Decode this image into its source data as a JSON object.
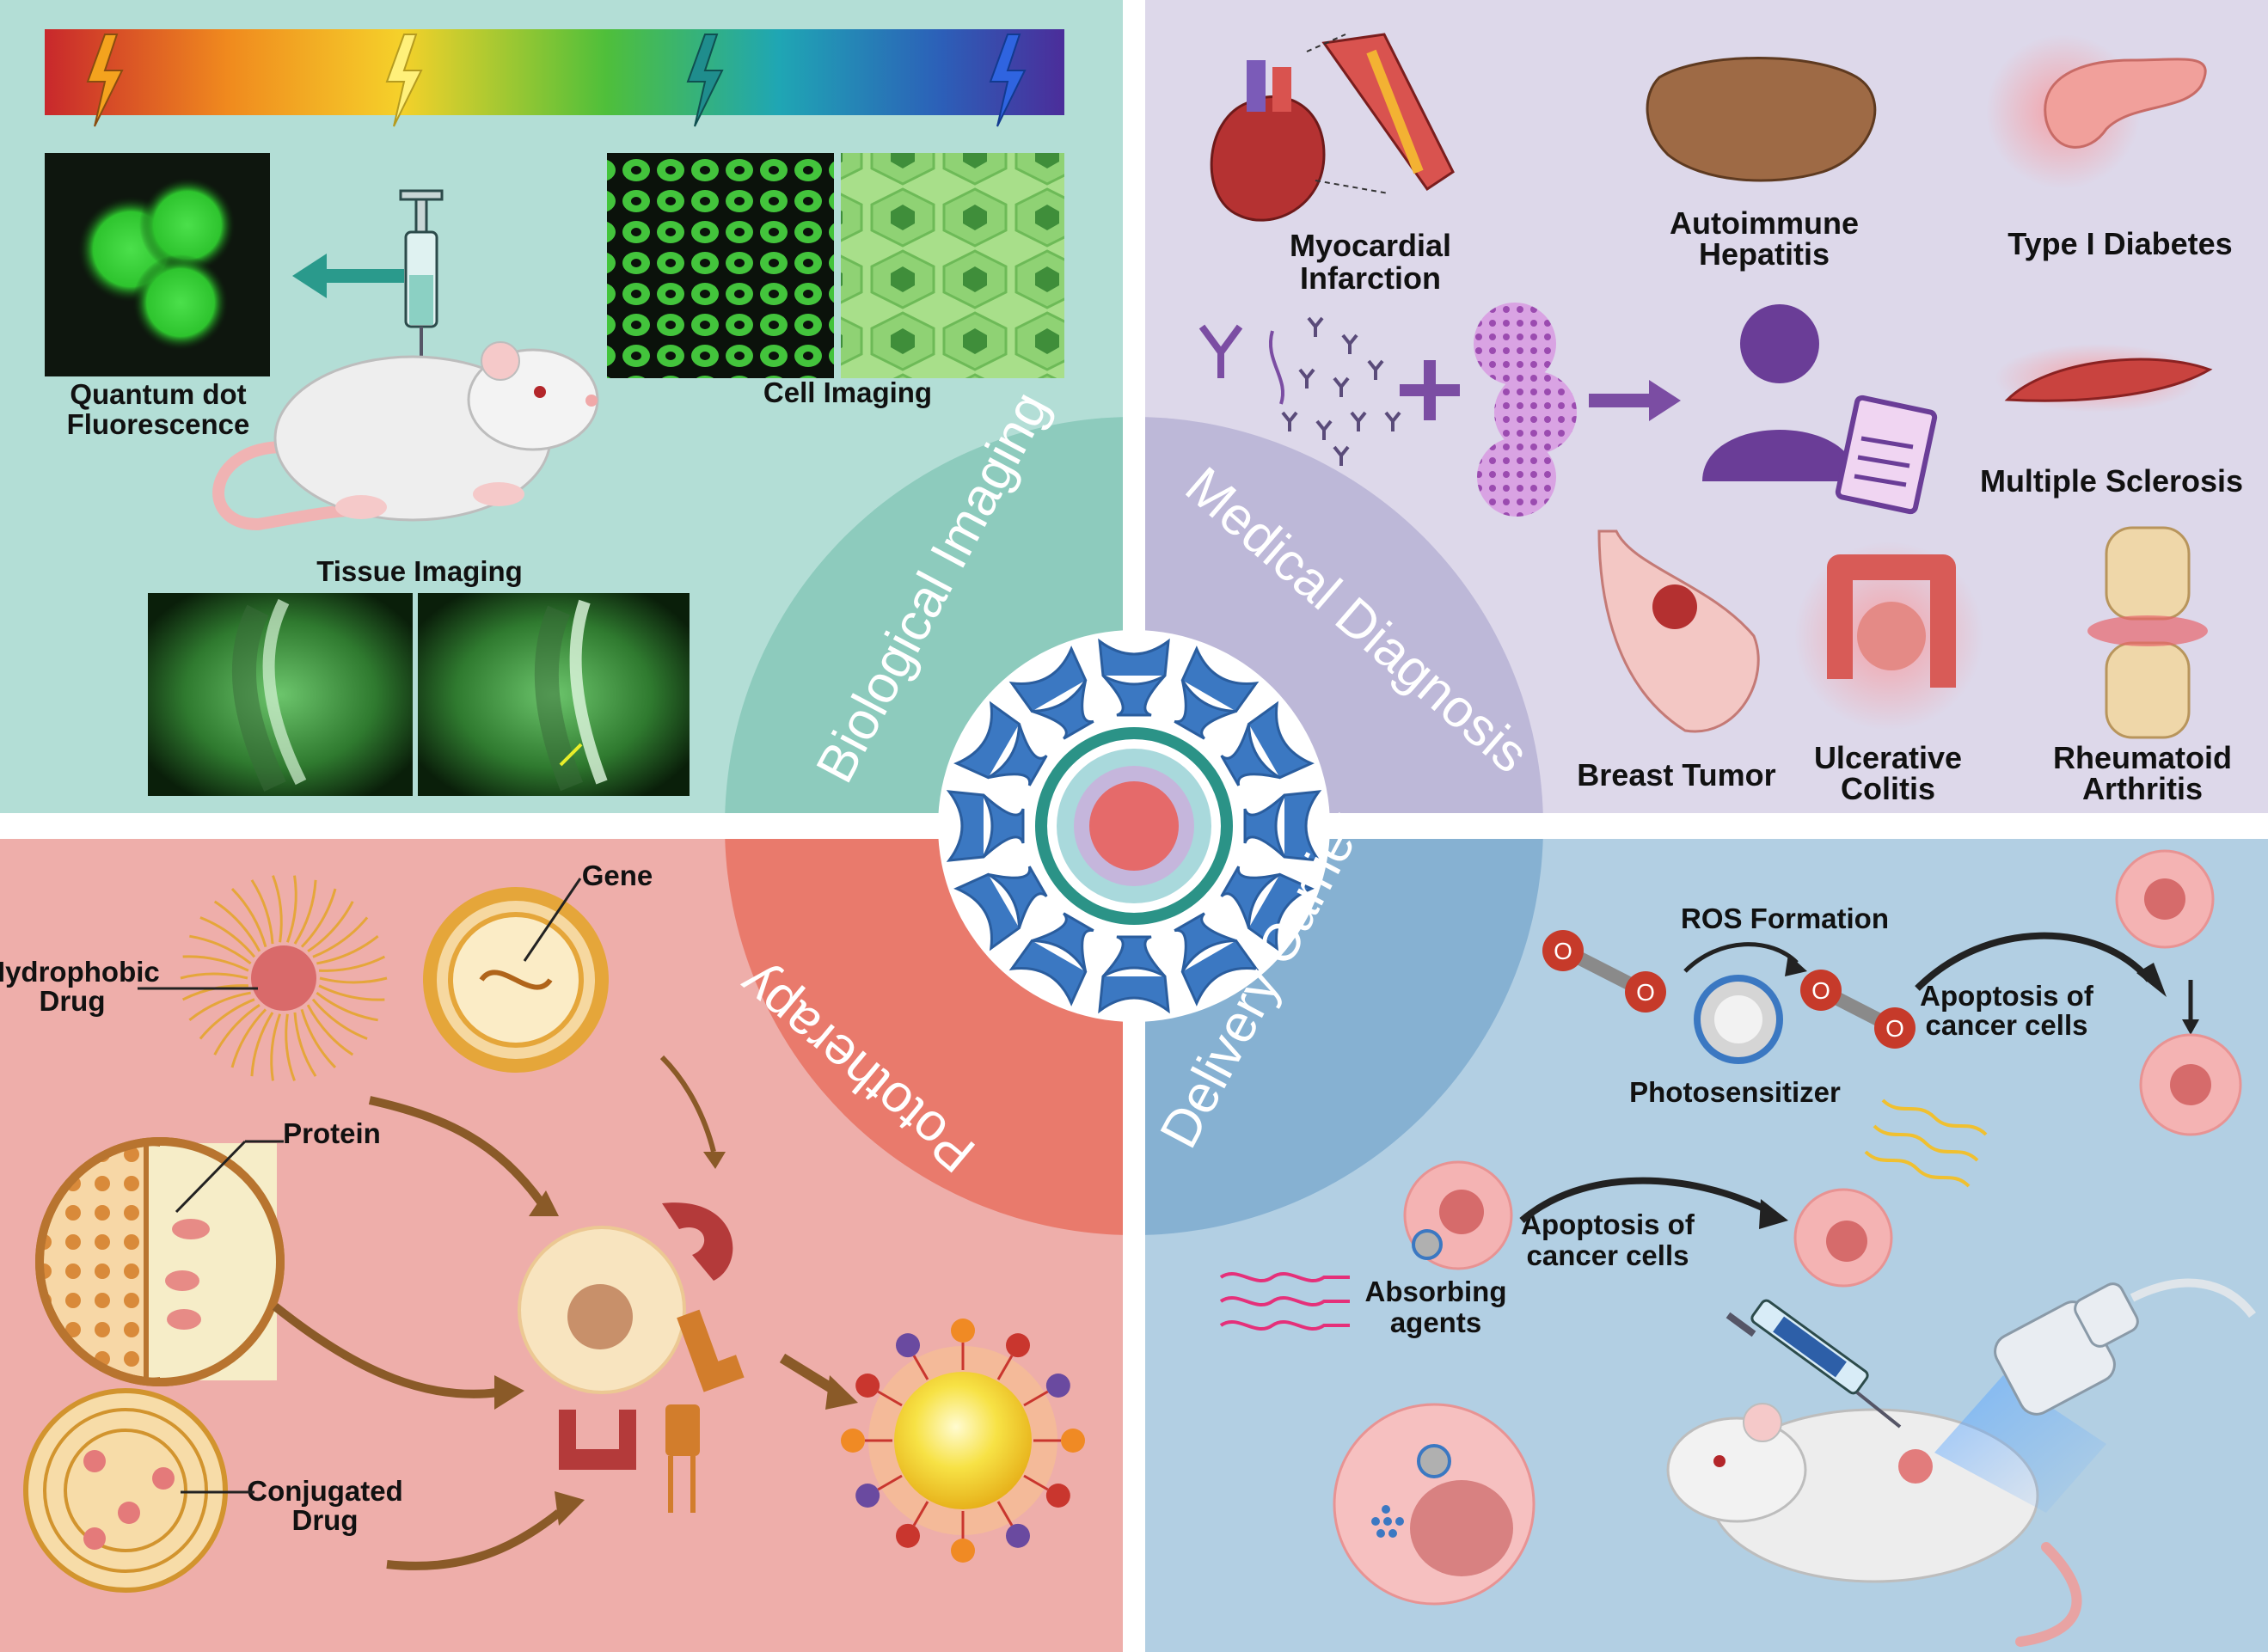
{
  "colors": {
    "imaging_bg": "#b3ded6",
    "diagnosis_bg": "#ddd8ea",
    "therapy_bg": "#eeaeaa",
    "delivery_bg": "#b2cfe3",
    "imaging_ring": "#8dcbbd",
    "diagnosis_ring": "#bdb8d8",
    "therapy_ring": "#e97a6c",
    "delivery_ring": "#86b1d2",
    "accent_teal": "#2a9a8c",
    "accent_purple": "#7b4da3",
    "nanoparticle_blue": "#3b78c2"
  },
  "center": {
    "quadrant_titles": {
      "imaging": "Biological Imaging",
      "diagnosis": "Medical Diagnosis",
      "therapy": "Pototherapy",
      "delivery": "Delivery Carrier"
    }
  },
  "imaging": {
    "quantum_dot_label": [
      "Quantum dot",
      "Fluorescence"
    ],
    "cell_imaging_label": "Cell Imaging",
    "tissue_imaging_label": "Tissue Imaging",
    "spectrum_icons": [
      "lightning-red-icon",
      "lightning-yellow-icon",
      "lightning-teal-icon",
      "lightning-blue-icon"
    ]
  },
  "diagnosis": {
    "diseases": {
      "myocardial": [
        "Myocardial",
        "Infarction"
      ],
      "hepatitis": [
        "Autoimmune",
        "Hepatitis"
      ],
      "diabetes": "Type I Diabetes",
      "sclerosis": "Multiple Sclerosis",
      "breast": "Breast Tumor",
      "colitis": [
        "Ulcerative",
        "Colitis"
      ],
      "arthritis": [
        "Rheumatoid",
        "Arthritis"
      ]
    }
  },
  "therapy": {
    "hydrophobic_drug": [
      "Hydrophobic",
      "Drug"
    ],
    "gene": "Gene",
    "protein": "Protein",
    "conjugated_drug": [
      "Conjugated",
      "Drug"
    ]
  },
  "delivery": {
    "ros_formation": "ROS Formation",
    "photosensitizer": "Photosensitizer",
    "apoptosis_top": [
      "Apoptosis of",
      "cancer cells"
    ],
    "apoptosis_mid": [
      "Apoptosis of",
      "cancer cells"
    ],
    "absorbing_agents": [
      "Absorbing",
      "agents"
    ],
    "oxygen_symbol": "O"
  }
}
